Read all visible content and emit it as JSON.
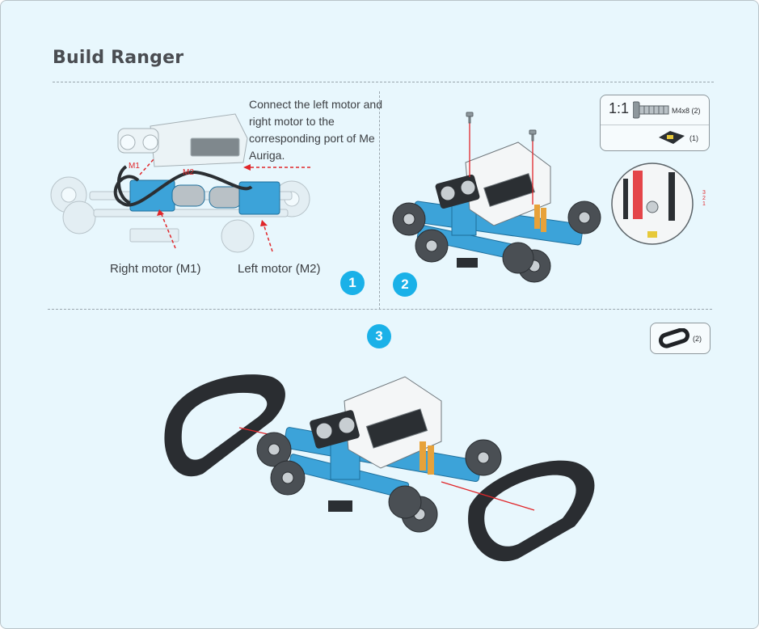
{
  "page": {
    "title": "Build Ranger"
  },
  "step1": {
    "number": "1",
    "instruction": "Connect the left motor and right motor to the corresponding port of Me Auriga.",
    "right_motor_label": "Right motor (M1)",
    "left_motor_label": "Left motor (M2)",
    "port_m1": "M1",
    "port_m2": "M2"
  },
  "step2": {
    "number": "2",
    "parts": {
      "scale": "1:1",
      "screw_label": "M4x8 (2)",
      "board_qty": "(1)"
    },
    "port_numbers": [
      "3",
      "2",
      "1"
    ]
  },
  "step3": {
    "number": "3",
    "parts": {
      "track_qty": "(2)"
    }
  },
  "colors": {
    "background": "#e8f7fd",
    "accent_blue": "#1ab1e8",
    "robot_blue": "#3ca3d9",
    "guide_red": "#e0262a",
    "dash": "#9aa6ad"
  }
}
